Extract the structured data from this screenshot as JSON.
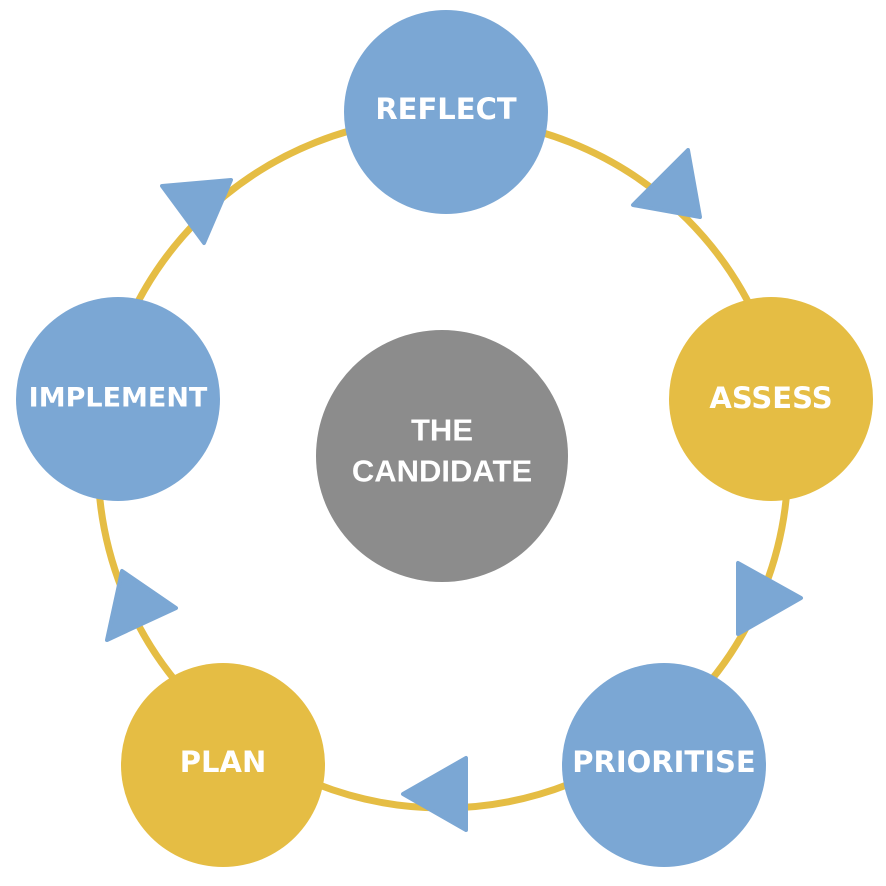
{
  "colors": {
    "blue": "#7ba7d4",
    "gold": "#e5bd44",
    "ring": "#e5bd44",
    "center": "#8c8c8c",
    "text": "#ffffff"
  },
  "center": {
    "line1": "THE",
    "line2": "CANDIDATE"
  },
  "nodes": [
    {
      "label": "REFLECT",
      "color": "blue"
    },
    {
      "label": "ASSESS",
      "color": "gold"
    },
    {
      "label": "PRIORITISE",
      "color": "blue"
    },
    {
      "label": "PLAN",
      "color": "gold"
    },
    {
      "label": "IMPLEMENT",
      "color": "blue"
    }
  ],
  "arrows": [
    {
      "from": "REFLECT",
      "to": "ASSESS",
      "icon": "triangle-arrow-icon"
    },
    {
      "from": "ASSESS",
      "to": "PRIORITISE",
      "icon": "triangle-arrow-icon"
    },
    {
      "from": "PRIORITISE",
      "to": "PLAN",
      "icon": "triangle-arrow-icon"
    },
    {
      "from": "PLAN",
      "to": "IMPLEMENT",
      "icon": "triangle-arrow-icon"
    },
    {
      "from": "IMPLEMENT",
      "to": "REFLECT",
      "icon": "triangle-arrow-icon"
    }
  ]
}
